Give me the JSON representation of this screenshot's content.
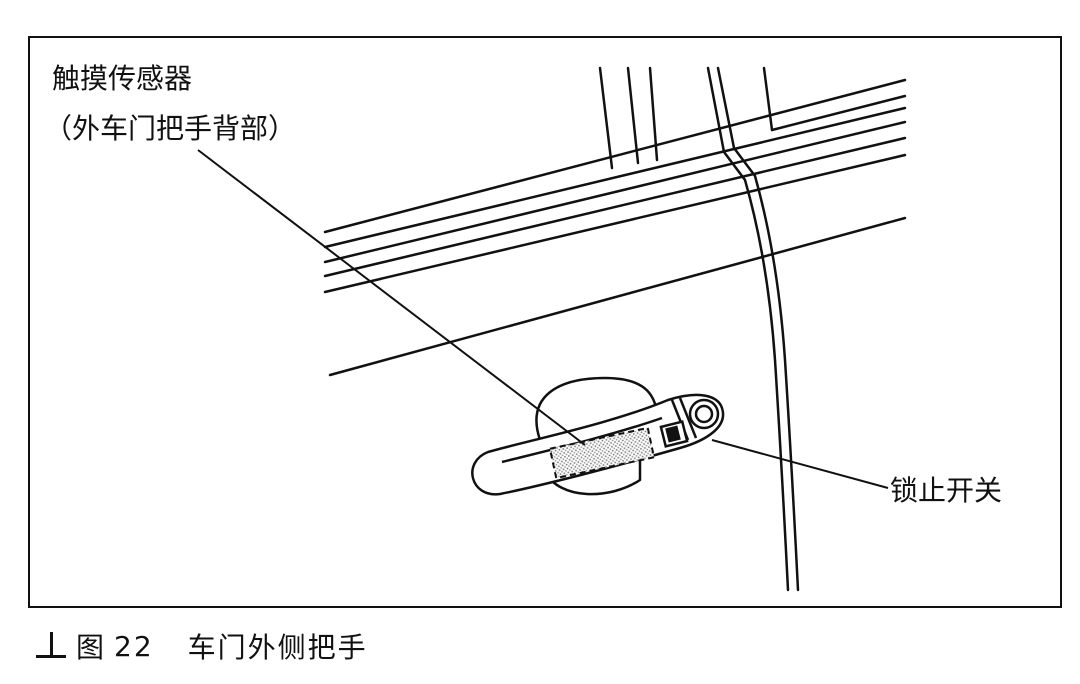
{
  "labels": {
    "sensor_line1": "触摸传感器",
    "sensor_line2": "（外车门把手背部）",
    "lock_switch": "锁止开关"
  },
  "caption": {
    "figure_word": "图",
    "figure_number": "22",
    "title": "车门外侧把手"
  }
}
